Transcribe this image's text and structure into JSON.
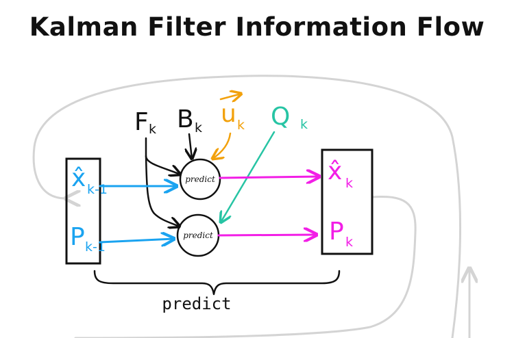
{
  "title": "Kalman Filter Information Flow",
  "colors": {
    "ink": "#111111",
    "state_blue": "#1aa3f0",
    "control_orange": "#f2a10c",
    "noise_teal": "#27c4a4",
    "output_magenta": "#f21ee6",
    "loop_gray": "#d4d4d4"
  },
  "inputs": {
    "F": {
      "base": "F",
      "sub": "k"
    },
    "B": {
      "base": "B",
      "sub": "k"
    },
    "u": {
      "base": "u",
      "sub": "k"
    },
    "Q": {
      "base": "Q",
      "sub": "k"
    }
  },
  "prev_state": {
    "x": {
      "base": "x̂",
      "sub": "k-1"
    },
    "P": {
      "base": "P",
      "sub": "k-1"
    }
  },
  "next_state": {
    "x": {
      "base": "x̂",
      "sub": "k"
    },
    "P": {
      "base": "P",
      "sub": "k"
    }
  },
  "nodes": {
    "top": "predict",
    "bottom": "predict"
  },
  "brace_label": "predict"
}
